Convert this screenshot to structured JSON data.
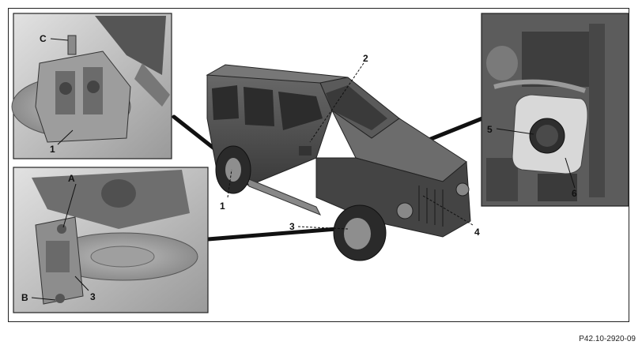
{
  "labels": {
    "c": "C",
    "a": "A",
    "b": "B",
    "n1_caliper_top": "1",
    "n1_vehicle": "1",
    "n2": "2",
    "n3_caliper": "3",
    "n3_vehicle": "3",
    "n4": "4",
    "n5": "5",
    "n6": "6"
  },
  "figure_ref": "P42.10-2920-09",
  "colors": {
    "photo_bg": "#cfcfcf",
    "vehicle": "#4a4a4a",
    "line": "#111111"
  }
}
